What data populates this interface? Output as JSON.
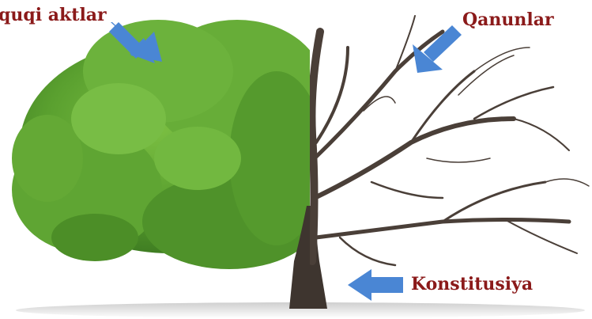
{
  "labels": {
    "top_left": "quqi aktlar",
    "top_right": "Qanunlar",
    "bottom": "Konstitusiya"
  },
  "colors": {
    "label": "#8b1a1a",
    "arrow": "#4a86d4",
    "foliage": "#5aa02f",
    "bare_branches": "#4a3f38",
    "trunk": "#3e352f"
  },
  "icons": {
    "arrow_top_left": "arrow-down-right-icon",
    "arrow_top_right": "arrow-down-left-icon",
    "arrow_bottom": "arrow-left-icon"
  }
}
